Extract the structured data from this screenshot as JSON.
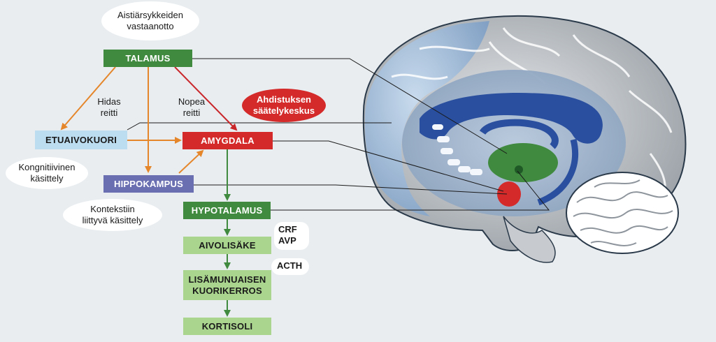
{
  "nodes": {
    "talamus": "TALAMUS",
    "etuaivokuori": "ETUAIVOKUORI",
    "amygdala": "AMYGDALA",
    "hippokampus": "HIPPOKAMPUS",
    "hypotalamus": "HYPOTALAMUS",
    "aivolisake": "AIVOLISÄKE",
    "lisamunuaisen_line1": "LISÄMUNUAISEN",
    "lisamunuaisen_line2": "KUORIKERROS",
    "kortisoli": "KORTISOLI"
  },
  "bubbles": {
    "aistiarsykkeiden_line1": "Aistiärsykkeiden",
    "aistiarsykkeiden_line2": "vastaanotto",
    "ahdistuksen_line1": "Ahdistuksen",
    "ahdistuksen_line2": "säätelykeskus",
    "kognitiivinen_line1": "Kongnitiivinen",
    "kognitiivinen_line2": "käsittely",
    "konteksti_line1": "Kontekstiin",
    "konteksti_line2": "liittyvä käsittely"
  },
  "routes": {
    "hidas_line1": "Hidas",
    "hidas_line2": "reitti",
    "nopea_line1": "Nopea",
    "nopea_line2": "reitti"
  },
  "hormones": {
    "crf": "CRF",
    "avp": "AVP",
    "acth": "ACTH"
  },
  "colors": {
    "talamus": "#3f8a3e",
    "etuaivokuori": "#bcdcf0",
    "amygdala": "#d42a2a",
    "hippokampus": "#6a6fb2",
    "hypotalamus": "#3f8a3e",
    "pale_green": "#a9d58e",
    "orange_arrow": "#e5862b",
    "red_arrow": "#c9262a",
    "green_arrow": "#3f8a3e"
  }
}
